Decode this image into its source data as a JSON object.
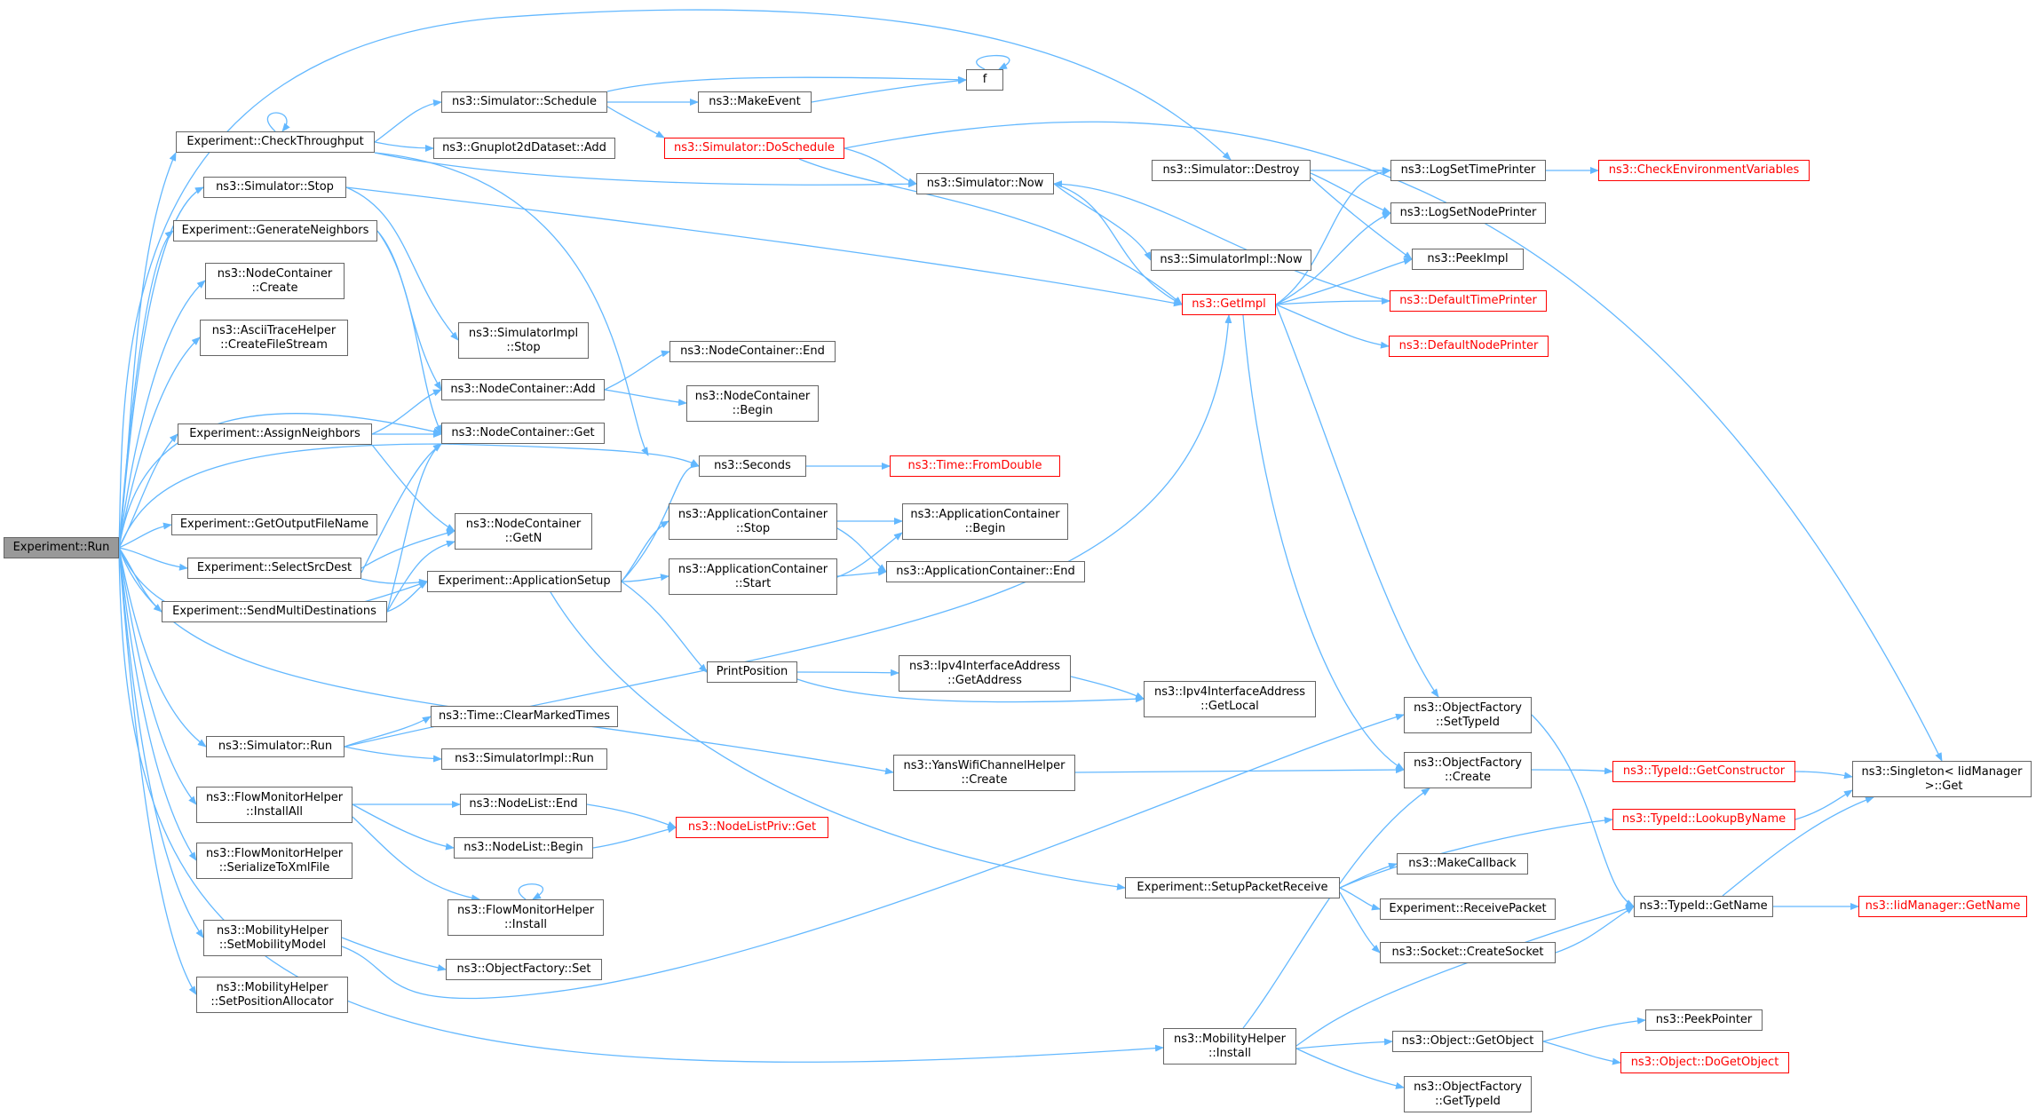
{
  "colors": {
    "edge": "#63b8ff",
    "node_border": "#666666",
    "truncated_border": "#ff0000",
    "root_fill": "#999999"
  },
  "nodes": {
    "run": "Experiment::Run",
    "check_throughput": "Experiment::CheckThroughput",
    "sim_stop": "ns3::Simulator::Stop",
    "generate_neighbors": "Experiment::GenerateNeighbors",
    "nc_create": "ns3::NodeContainer\n::Create",
    "ascii_create": "ns3::AsciiTraceHelper\n::CreateFileStream",
    "assign_neighbors": "Experiment::AssignNeighbors",
    "get_output_file": "Experiment::GetOutputFileName",
    "select_src_dest": "Experiment::SelectSrcDest",
    "send_multi": "Experiment::SendMultiDestinations",
    "sim_run": "ns3::Simulator::Run",
    "fm_install_all": "ns3::FlowMonitorHelper\n::InstallAll",
    "fm_serialize": "ns3::FlowMonitorHelper\n::SerializeToXmlFile",
    "mob_set_model": "ns3::MobilityHelper\n::SetMobilityModel",
    "mob_set_pos": "ns3::MobilityHelper\n::SetPositionAllocator",
    "sim_schedule": "ns3::Simulator::Schedule",
    "gnuplot_add": "ns3::Gnuplot2dDataset::Add",
    "simimpl_stop": "ns3::SimulatorImpl\n::Stop",
    "nc_add": "ns3::NodeContainer::Add",
    "nc_get": "ns3::NodeContainer::Get",
    "nc_getn": "ns3::NodeContainer\n::GetN",
    "app_setup": "Experiment::ApplicationSetup",
    "time_clear": "ns3::Time::ClearMarkedTimes",
    "simimpl_run": "ns3::SimulatorImpl::Run",
    "nl_end": "ns3::NodeList::End",
    "nl_begin": "ns3::NodeList::Begin",
    "fm_install": "ns3::FlowMonitorHelper\n::Install",
    "of_set": "ns3::ObjectFactory::Set",
    "make_event": "ns3::MakeEvent",
    "do_schedule": "ns3::Simulator::DoSchedule",
    "nc_end": "ns3::NodeContainer::End",
    "nc_begin": "ns3::NodeContainer\n::Begin",
    "seconds": "ns3::Seconds",
    "ac_stop": "ns3::ApplicationContainer\n::Stop",
    "ac_start": "ns3::ApplicationContainer\n::Start",
    "print_position": "PrintPosition",
    "nlpriv_get": "ns3::NodeListPriv::Get",
    "f": "f",
    "sim_now": "ns3::Simulator::Now",
    "time_from_double": "ns3::Time::FromDouble",
    "ac_begin": "ns3::ApplicationContainer\n::Begin",
    "ac_end": "ns3::ApplicationContainer::End",
    "ipv4_getaddr": "ns3::Ipv4InterfaceAddress\n::GetAddress",
    "yans_create": "ns3::YansWifiChannelHelper\n::Create",
    "setup_packet_receive": "Experiment::SetupPacketReceive",
    "mob_install": "ns3::MobilityHelper\n::Install",
    "sim_destroy": "ns3::Simulator::Destroy",
    "simimpl_now": "ns3::SimulatorImpl::Now",
    "get_impl": "ns3::GetImpl",
    "ipv4_getlocal": "ns3::Ipv4InterfaceAddress\n::GetLocal",
    "log_set_time_printer": "ns3::LogSetTimePrinter",
    "log_set_node_printer": "ns3::LogSetNodePrinter",
    "peek_impl": "ns3::PeekImpl",
    "default_time_printer": "ns3::DefaultTimePrinter",
    "default_node_printer": "ns3::DefaultNodePrinter",
    "of_set_typeid": "ns3::ObjectFactory\n::SetTypeId",
    "of_create": "ns3::ObjectFactory\n::Create",
    "make_callback": "ns3::MakeCallback",
    "receive_packet": "Experiment::ReceivePacket",
    "socket_create": "ns3::Socket::CreateSocket",
    "obj_get_object": "ns3::Object::GetObject",
    "of_get_typeid": "ns3::ObjectFactory\n::GetTypeId",
    "check_env": "ns3::CheckEnvironmentVariables",
    "typeid_getctor": "ns3::TypeId::GetConstructor",
    "typeid_lookup": "ns3::TypeId::LookupByName",
    "typeid_getname": "ns3::TypeId::GetName",
    "peek_pointer": "ns3::PeekPointer",
    "do_get_object": "ns3::Object::DoGetObject",
    "singleton_get": "ns3::Singleton< IidManager\n >::Get",
    "iid_getname": "ns3::IidManager::GetName"
  }
}
